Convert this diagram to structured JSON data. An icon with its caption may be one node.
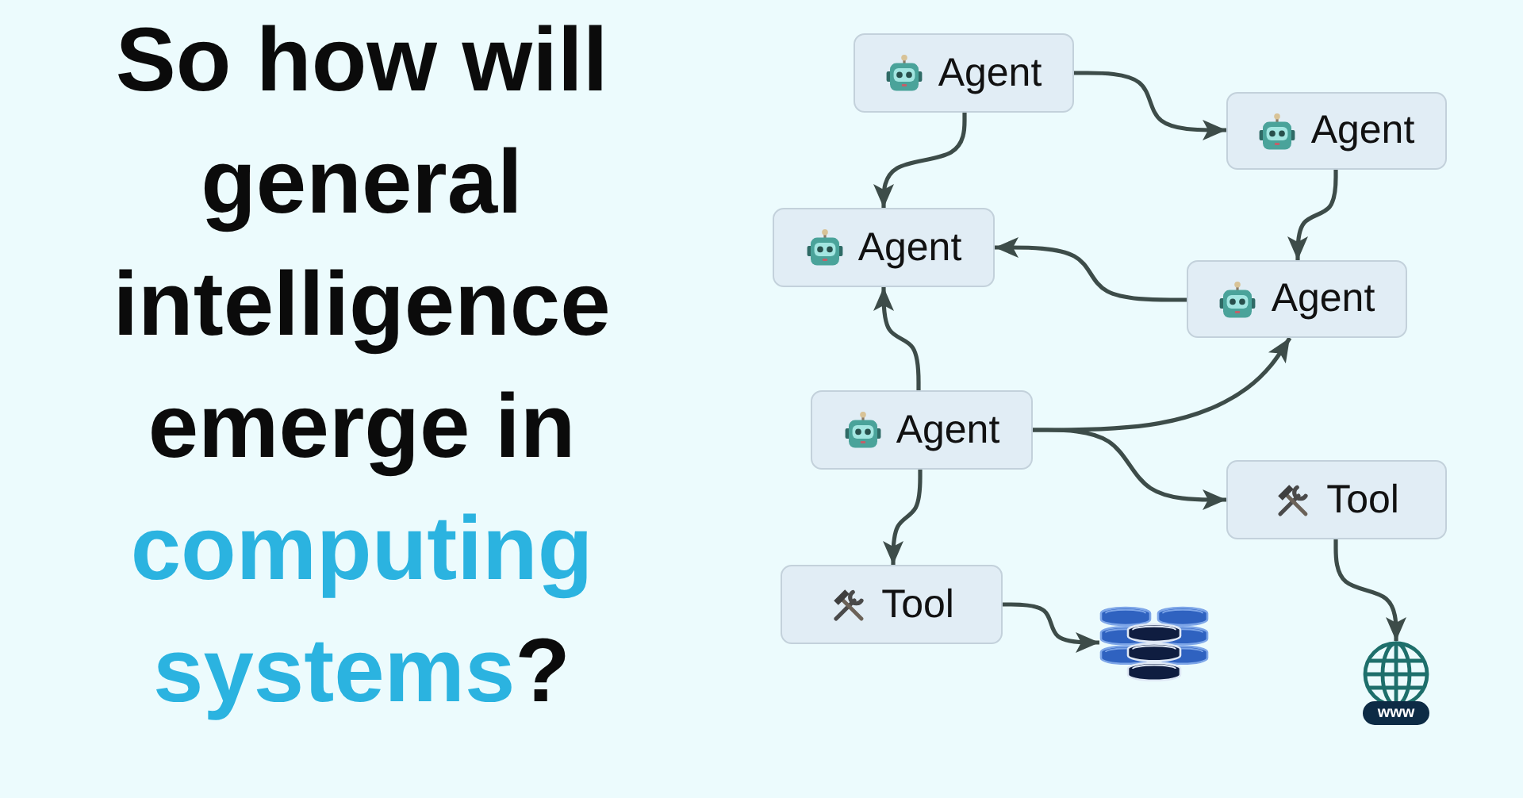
{
  "diagram": {
    "title": "So how will general intelligence emerge in *computing systems*?",
    "nodes": [
      {
        "text": [
          "Agent"
        ]
      },
      {
        "text": [
          "Agent"
        ]
      },
      {
        "text": [
          "Agent"
        ]
      },
      {
        "text": [
          "Agent"
        ]
      },
      {
        "text": [
          "Agent"
        ]
      },
      {
        "text": [
          "Tool"
        ]
      },
      {
        "text": [
          "Tool"
        ]
      },
      {
        "text": [],
        "shape": "cylinder"
      },
      {
        "text": [
          "www"
        ]
      }
    ],
    "edges": [
      {
        "from": 0,
        "to": 1,
        "arrow": "to"
      },
      {
        "from": 0,
        "to": 2,
        "arrow": "to"
      },
      {
        "from": 1,
        "to": 3,
        "arrow": "to"
      },
      {
        "from": 3,
        "to": 2,
        "arrow": "to"
      },
      {
        "from": 4,
        "to": 2,
        "arrow": "to"
      },
      {
        "from": 4,
        "to": 3,
        "arrow": "to"
      },
      {
        "from": 4,
        "to": 5,
        "arrow": "to"
      },
      {
        "from": 4,
        "to": 6,
        "arrow": "to"
      },
      {
        "from": 6,
        "to": 7,
        "arrow": "to"
      },
      {
        "from": 5,
        "to": 8,
        "arrow": "to"
      }
    ]
  }
}
